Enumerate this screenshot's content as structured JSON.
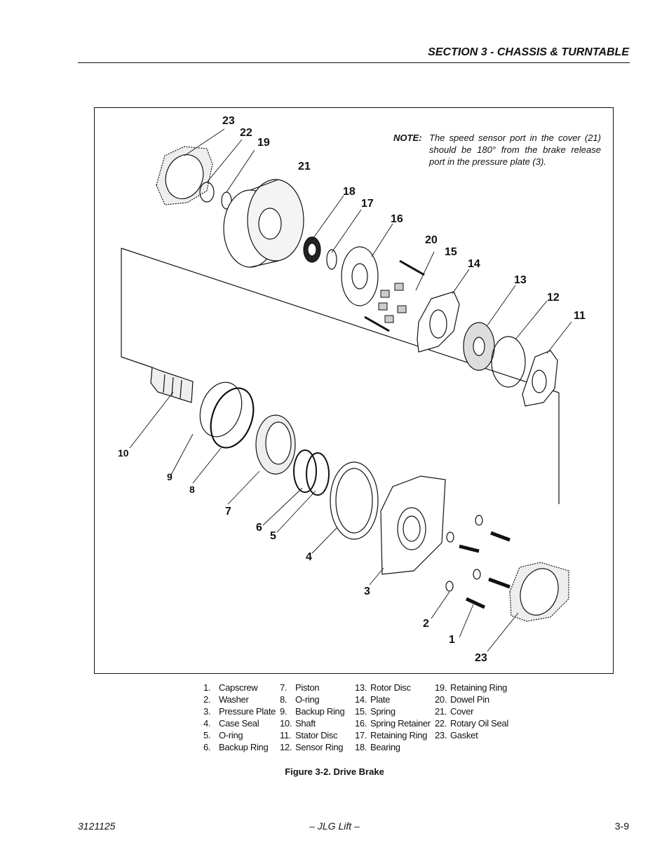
{
  "header": {
    "title": "SECTION 3 - CHASSIS & TURNTABLE"
  },
  "figure": {
    "note": {
      "label": "NOTE:",
      "text": "The speed sensor port in the cover (21) should be 180° from the brake release port in the pressure plate (3)."
    },
    "callouts": {
      "c23_top": "23",
      "c22": "22",
      "c19": "19",
      "c21": "21",
      "c18": "18",
      "c17": "17",
      "c16": "16",
      "c20": "20",
      "c15": "15",
      "c14": "14",
      "c13": "13",
      "c12": "12",
      "c11": "11",
      "c10": "10",
      "c9": "9",
      "c8": "8",
      "c7": "7",
      "c6": "6",
      "c5": "5",
      "c4": "4",
      "c3": "3",
      "c2": "2",
      "c1": "1",
      "c23_bottom": "23"
    }
  },
  "legend": {
    "columns": [
      [
        {
          "num": "1.",
          "name": "Capscrew"
        },
        {
          "num": "2.",
          "name": "Washer"
        },
        {
          "num": "3.",
          "name": "Pressure Plate"
        },
        {
          "num": "4.",
          "name": "Case Seal"
        },
        {
          "num": "5.",
          "name": "O-ring"
        },
        {
          "num": "6.",
          "name": "Backup Ring"
        }
      ],
      [
        {
          "num": "7.",
          "name": "Piston"
        },
        {
          "num": "8.",
          "name": "O-ring"
        },
        {
          "num": "9.",
          "name": "Backup Ring"
        },
        {
          "num": "10.",
          "name": "Shaft"
        },
        {
          "num": "11.",
          "name": "Stator Disc"
        },
        {
          "num": "12.",
          "name": "Sensor Ring"
        }
      ],
      [
        {
          "num": "13.",
          "name": "Rotor Disc"
        },
        {
          "num": "14.",
          "name": "Plate"
        },
        {
          "num": "15.",
          "name": "Spring"
        },
        {
          "num": "16.",
          "name": "Spring Retainer"
        },
        {
          "num": "17.",
          "name": "Retaining Ring"
        },
        {
          "num": "18.",
          "name": "Bearing"
        }
      ],
      [
        {
          "num": "19.",
          "name": "Retaining Ring"
        },
        {
          "num": "20.",
          "name": "Dowel Pin"
        },
        {
          "num": "21.",
          "name": "Cover"
        },
        {
          "num": "22.",
          "name": "Rotary Oil Seal"
        },
        {
          "num": "23.",
          "name": "Gasket"
        }
      ]
    ]
  },
  "caption": "Figure 3-2.  Drive Brake",
  "footer": {
    "left": "3121125",
    "center": "– JLG Lift –",
    "right": "3-9"
  }
}
